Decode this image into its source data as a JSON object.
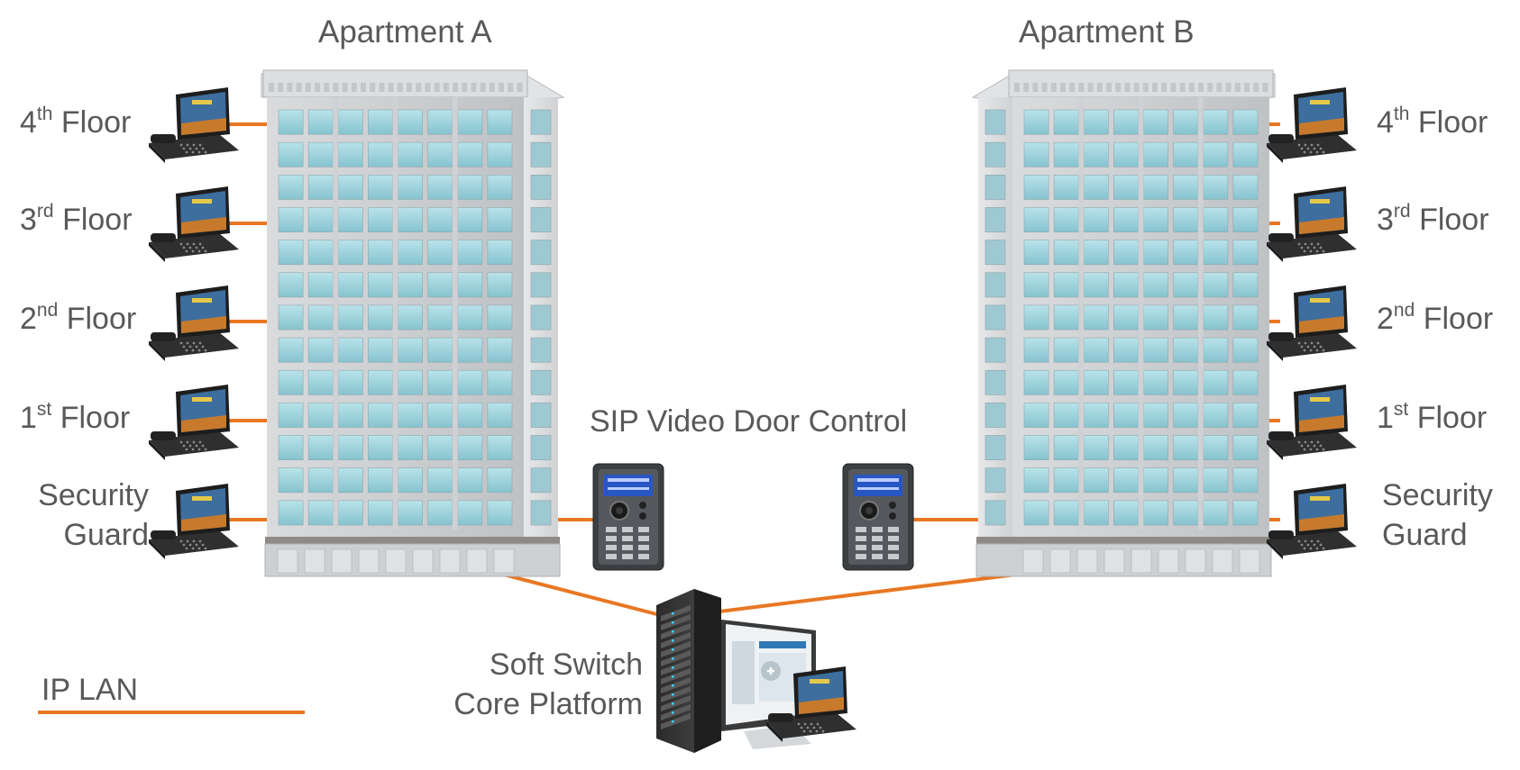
{
  "colors": {
    "lan": "#E87722",
    "text": "#595959",
    "glass": "#9FD3DC",
    "concrete": "#C9CBCD"
  },
  "buildings": {
    "a": {
      "title": "Apartment A"
    },
    "b": {
      "title": "Apartment B"
    }
  },
  "floors": [
    {
      "num": "4",
      "suffix": "th",
      "word": "Floor"
    },
    {
      "num": "3",
      "suffix": "rd",
      "word": "Floor"
    },
    {
      "num": "2",
      "suffix": "nd",
      "word": "Floor"
    },
    {
      "num": "1",
      "suffix": "st",
      "word": "Floor"
    }
  ],
  "security": {
    "line1": "Security",
    "line2": "Guard"
  },
  "door_control": {
    "label": "SIP Video Door Control"
  },
  "soft_switch": {
    "line1": "Soft Switch",
    "line2": "Core Platform"
  },
  "legend": {
    "label": "IP LAN"
  }
}
